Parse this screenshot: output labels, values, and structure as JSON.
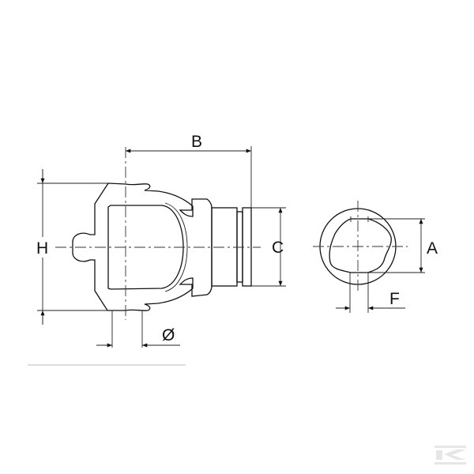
{
  "drawing": {
    "labels": {
      "height": "H",
      "length": "B",
      "collar_diameter": "C",
      "pin_diameter": "Ø",
      "profile_size": "A",
      "profile_width": "F"
    }
  },
  "watermark": {
    "logo_text": "K",
    "color": "#e6e6e6"
  }
}
